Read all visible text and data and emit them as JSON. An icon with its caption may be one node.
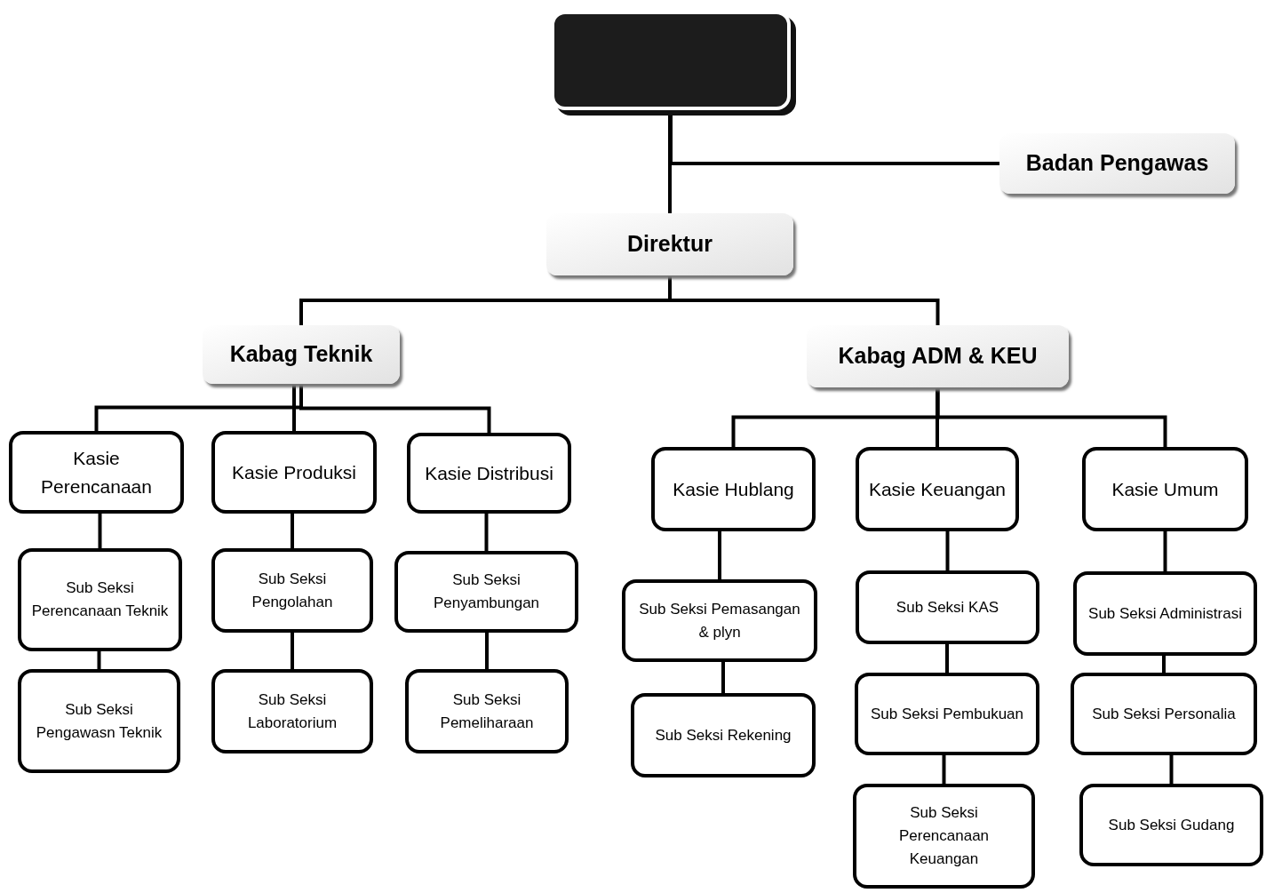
{
  "diagram": {
    "nodes": [
      {
        "text": [],
        "shape": "box"
      },
      {
        "text": [
          "Badan Pengawas"
        ]
      },
      {
        "text": [
          "Direktur"
        ]
      },
      {
        "text": [
          "Kabag Teknik"
        ]
      },
      {
        "text": [
          "Kabag ADM & KEU"
        ]
      },
      {
        "text": [
          "Kasie Perencanaan"
        ]
      },
      {
        "text": [
          "Kasie Produksi"
        ]
      },
      {
        "text": [
          "Kasie Distribusi"
        ]
      },
      {
        "text": [
          "Sub Seksi Perencanaan Teknik"
        ]
      },
      {
        "text": [
          "Sub Seksi Pengawasn Teknik"
        ]
      },
      {
        "text": [
          "Sub Seksi Pengolahan"
        ]
      },
      {
        "text": [
          "Sub Seksi Laboratorium"
        ]
      },
      {
        "text": [
          "Sub Seksi Penyambungan"
        ]
      },
      {
        "text": [
          "Sub Seksi Pemeliharaan"
        ]
      },
      {
        "text": [
          "Kasie Hublang"
        ]
      },
      {
        "text": [
          "Kasie Keuangan"
        ]
      },
      {
        "text": [
          "Kasie Umum"
        ]
      },
      {
        "text": [
          "Sub Seksi Pemasangan & plyn"
        ]
      },
      {
        "text": [
          "Sub Seksi Rekening"
        ]
      },
      {
        "text": [
          "Sub Seksi KAS"
        ]
      },
      {
        "text": [
          "Sub Seksi Pembukuan"
        ]
      },
      {
        "text": [
          "Sub Seksi Perencanaan Keuangan"
        ]
      },
      {
        "text": [
          "Sub Seksi Administrasi"
        ]
      },
      {
        "text": [
          "Sub Seksi Personalia"
        ]
      },
      {
        "text": [
          "Sub Seksi Gudang"
        ]
      }
    ],
    "edges": [
      {
        "from": 0,
        "to": 2,
        "arrow": "none"
      },
      {
        "from": 0,
        "to": 1,
        "arrow": "none"
      },
      {
        "from": 2,
        "to": 3,
        "arrow": "none"
      },
      {
        "from": 2,
        "to": 4,
        "arrow": "none"
      },
      {
        "from": 3,
        "to": 5,
        "arrow": "none"
      },
      {
        "from": 3,
        "to": 6,
        "arrow": "none"
      },
      {
        "from": 3,
        "to": 7,
        "arrow": "none"
      },
      {
        "from": 5,
        "to": 8,
        "arrow": "none"
      },
      {
        "from": 8,
        "to": 9,
        "arrow": "none"
      },
      {
        "from": 6,
        "to": 10,
        "arrow": "none"
      },
      {
        "from": 10,
        "to": 11,
        "arrow": "none"
      },
      {
        "from": 7,
        "to": 12,
        "arrow": "none"
      },
      {
        "from": 12,
        "to": 13,
        "arrow": "none"
      },
      {
        "from": 4,
        "to": 14,
        "arrow": "none"
      },
      {
        "from": 4,
        "to": 15,
        "arrow": "none"
      },
      {
        "from": 4,
        "to": 16,
        "arrow": "none"
      },
      {
        "from": 14,
        "to": 17,
        "arrow": "none"
      },
      {
        "from": 17,
        "to": 18,
        "arrow": "none"
      },
      {
        "from": 15,
        "to": 19,
        "arrow": "none"
      },
      {
        "from": 19,
        "to": 20,
        "arrow": "none"
      },
      {
        "from": 20,
        "to": 21,
        "arrow": "none"
      },
      {
        "from": 16,
        "to": 22,
        "arrow": "none"
      },
      {
        "from": 22,
        "to": 23,
        "arrow": "none"
      },
      {
        "from": 23,
        "to": 24,
        "arrow": "none"
      }
    ]
  }
}
